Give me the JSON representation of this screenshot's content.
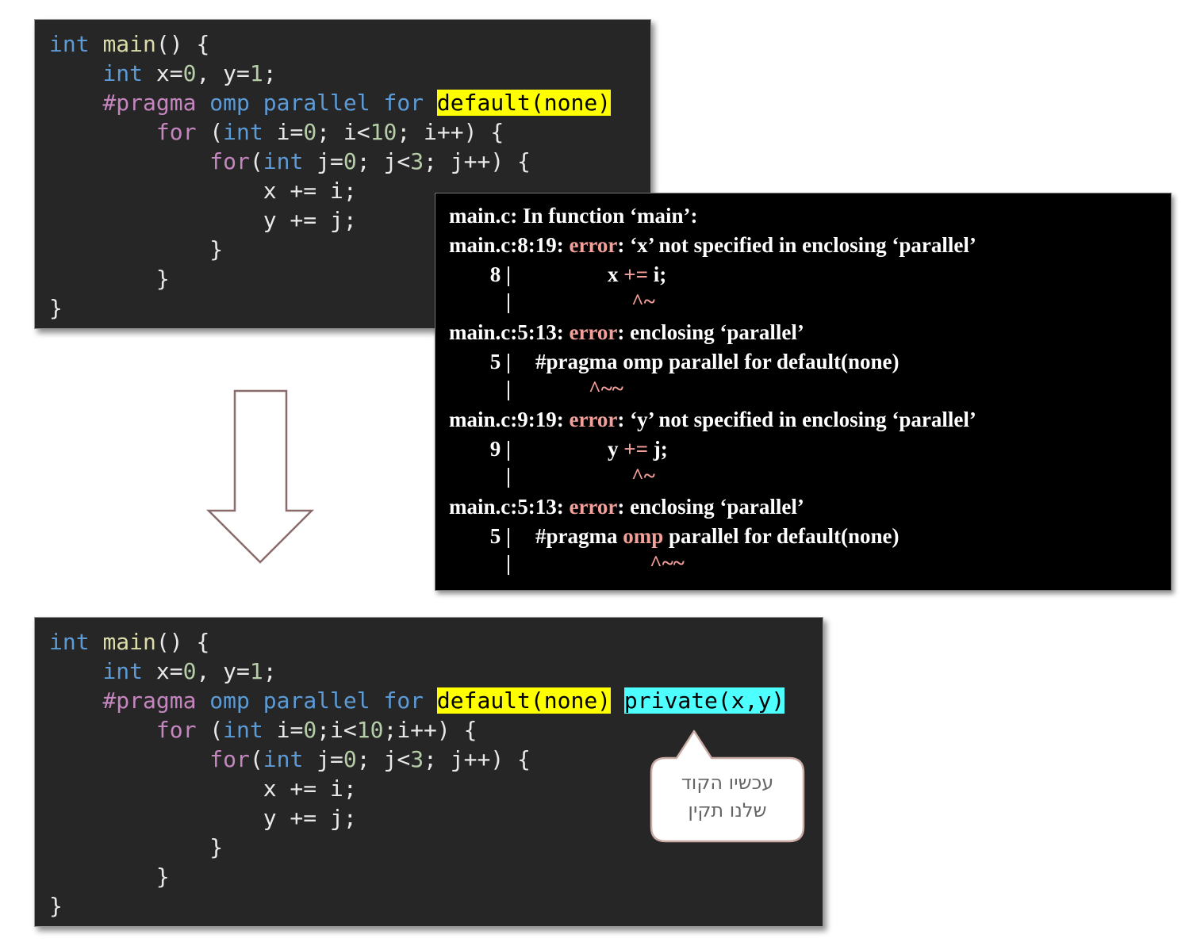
{
  "code_before": {
    "l1": {
      "kw": "int",
      "fn": "main",
      "rest": "() {"
    },
    "l2": {
      "kw": "int",
      "a": " x=",
      "n1": "0",
      "b": ", y=",
      "n2": "1",
      "c": ";"
    },
    "l3": {
      "pp": "#pragma",
      "rest": " omp parallel for ",
      "clause": "default(none)"
    },
    "l4": {
      "kw1": "for",
      "a": " (",
      "kw2": "int",
      "b": " i=",
      "n1": "0",
      "c": "; i<",
      "n2": "10",
      "d": "; i++) {"
    },
    "l5": {
      "kw1": "for",
      "a": "(",
      "kw2": "int",
      "b": " j=",
      "n1": "0",
      "c": "; j<",
      "n2": "3",
      "d": "; j++) {"
    },
    "l6": "x += i;",
    "l7": "y += j;",
    "l8": "}",
    "l9": "}",
    "l10": "}"
  },
  "code_after": {
    "l1": {
      "kw": "int",
      "fn": "main",
      "rest": "() {"
    },
    "l2": {
      "kw": "int",
      "a": " x=",
      "n1": "0",
      "b": ", y=",
      "n2": "1",
      "c": ";"
    },
    "l3": {
      "pp": "#pragma",
      "rest": " omp parallel for ",
      "clause1": "default(none)",
      "clause2": "private(x,y)"
    },
    "l4": {
      "kw1": "for",
      "a": " (",
      "kw2": "int",
      "b": " i=",
      "n1": "0",
      "c": ";i<",
      "n2": "10",
      "d": ";i++) {"
    },
    "l5": {
      "kw1": "for",
      "a": "(",
      "kw2": "int",
      "b": " j=",
      "n1": "0",
      "c": "; j<",
      "n2": "3",
      "d": "; j++) {"
    },
    "l6": "x += i;",
    "l7": "y += j;",
    "l8": "}",
    "l9": "}",
    "l10": "}"
  },
  "compiler_output": {
    "header": "main.c: In function ‘main’:",
    "e1": {
      "loc": "main.c:8:19:",
      "label": "error",
      "msg": ": ‘x’ not specified in enclosing ‘parallel’",
      "line_no": "8",
      "src_a": "x ",
      "src_hl": "+=",
      "src_b": " i;",
      "caret": "^~"
    },
    "e2": {
      "loc": "main.c:5:13:",
      "label": "error",
      "msg": ": enclosing ‘parallel’",
      "line_no": "5",
      "src": "#pragma omp parallel for default(none)",
      "caret": "^~~"
    },
    "e3": {
      "loc": "main.c:9:19:",
      "label": "error",
      "msg": ": ‘y’ not specified in enclosing ‘parallel’",
      "line_no": "9",
      "src_a": "y ",
      "src_hl": "+=",
      "src_b": " j;",
      "caret": "^~"
    },
    "e4": {
      "loc": "main.c:5:13:",
      "label": "error",
      "msg": ": enclosing ‘parallel’",
      "line_no": "5",
      "src_a": "#pragma ",
      "src_hl": "omp",
      "src_b": " parallel for default(none)",
      "caret": "^~~"
    },
    "bar": "|"
  },
  "callout": {
    "line1": "עכשיו הקוד",
    "line2": "שלנו תקין"
  },
  "colors": {
    "code_bg": "#262626",
    "keyword": "#5c9bd6",
    "function": "#dcdcaa",
    "number": "#b5cea8",
    "preprocessor": "#c586c0",
    "highlight_default": "#ffff00",
    "highlight_private": "#4dffff",
    "error_text": "#f4a09a"
  }
}
